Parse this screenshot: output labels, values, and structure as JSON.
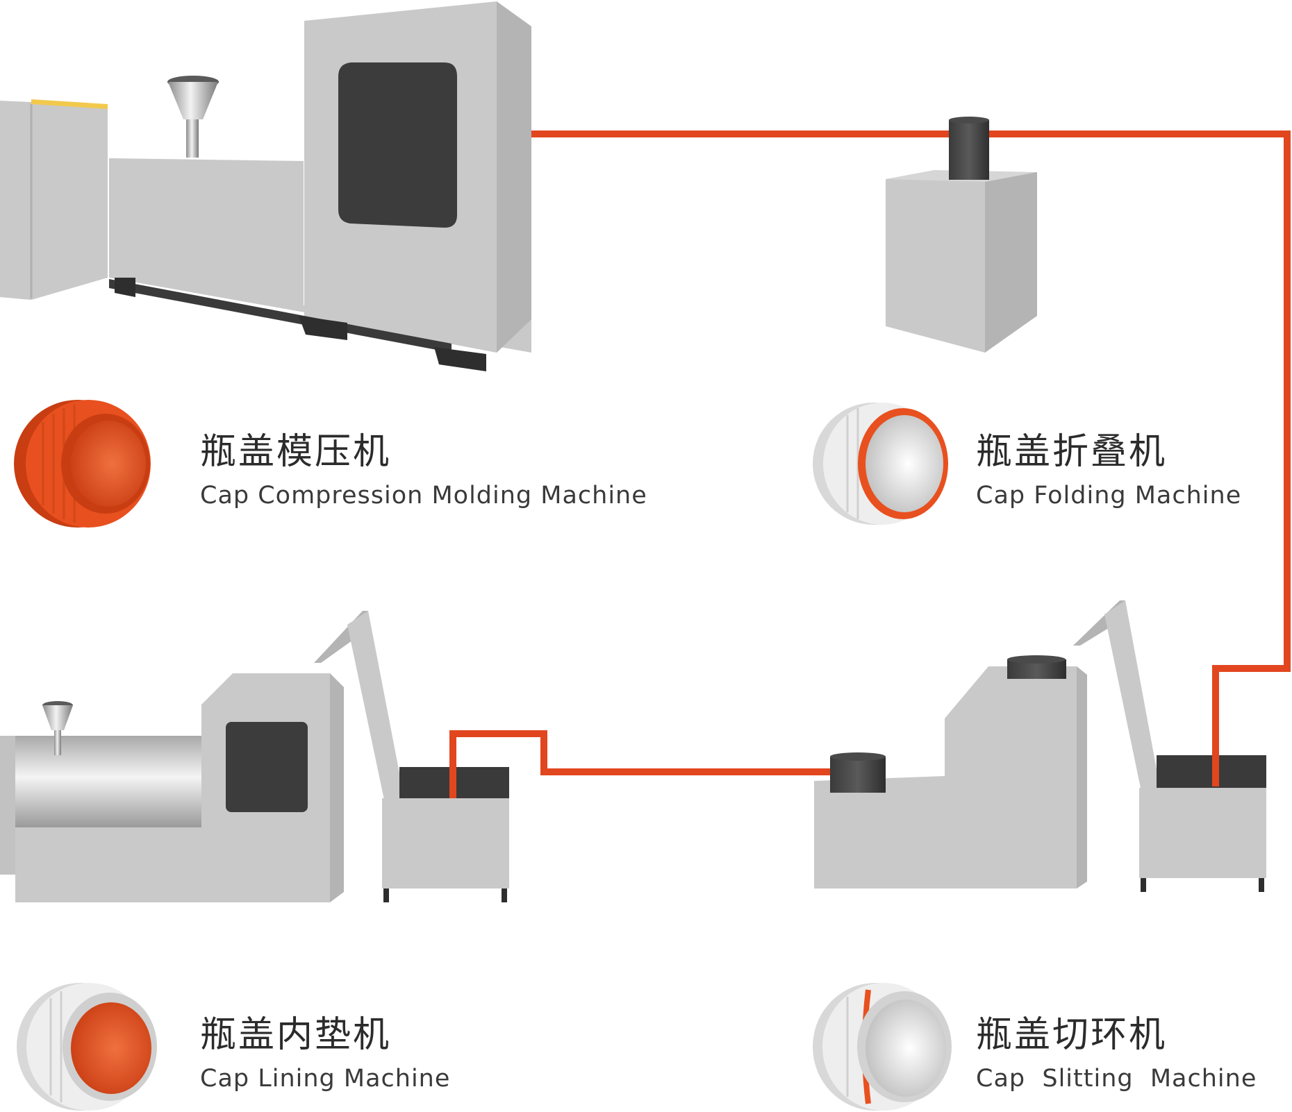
{
  "colors": {
    "pipe": "#e2461f",
    "machine_light": "#c9c9c9",
    "machine_side": "#b4b4b4",
    "window": "#3c3c3c",
    "cap_orange": "#e8501f",
    "cap_white": "#e9e9e9",
    "accent_yellow": "#f2c94c"
  },
  "machines": [
    {
      "id": "molding",
      "cn": "瓶盖模压机",
      "en": "Cap Compression Molding Machine"
    },
    {
      "id": "folding",
      "cn": "瓶盖折叠机",
      "en": "Cap Folding Machine"
    },
    {
      "id": "lining",
      "cn": "瓶盖内垫机",
      "en": "Cap Lining Machine"
    },
    {
      "id": "slitting",
      "cn": "瓶盖切环机",
      "en": "Cap  Slitting  Machine"
    }
  ]
}
